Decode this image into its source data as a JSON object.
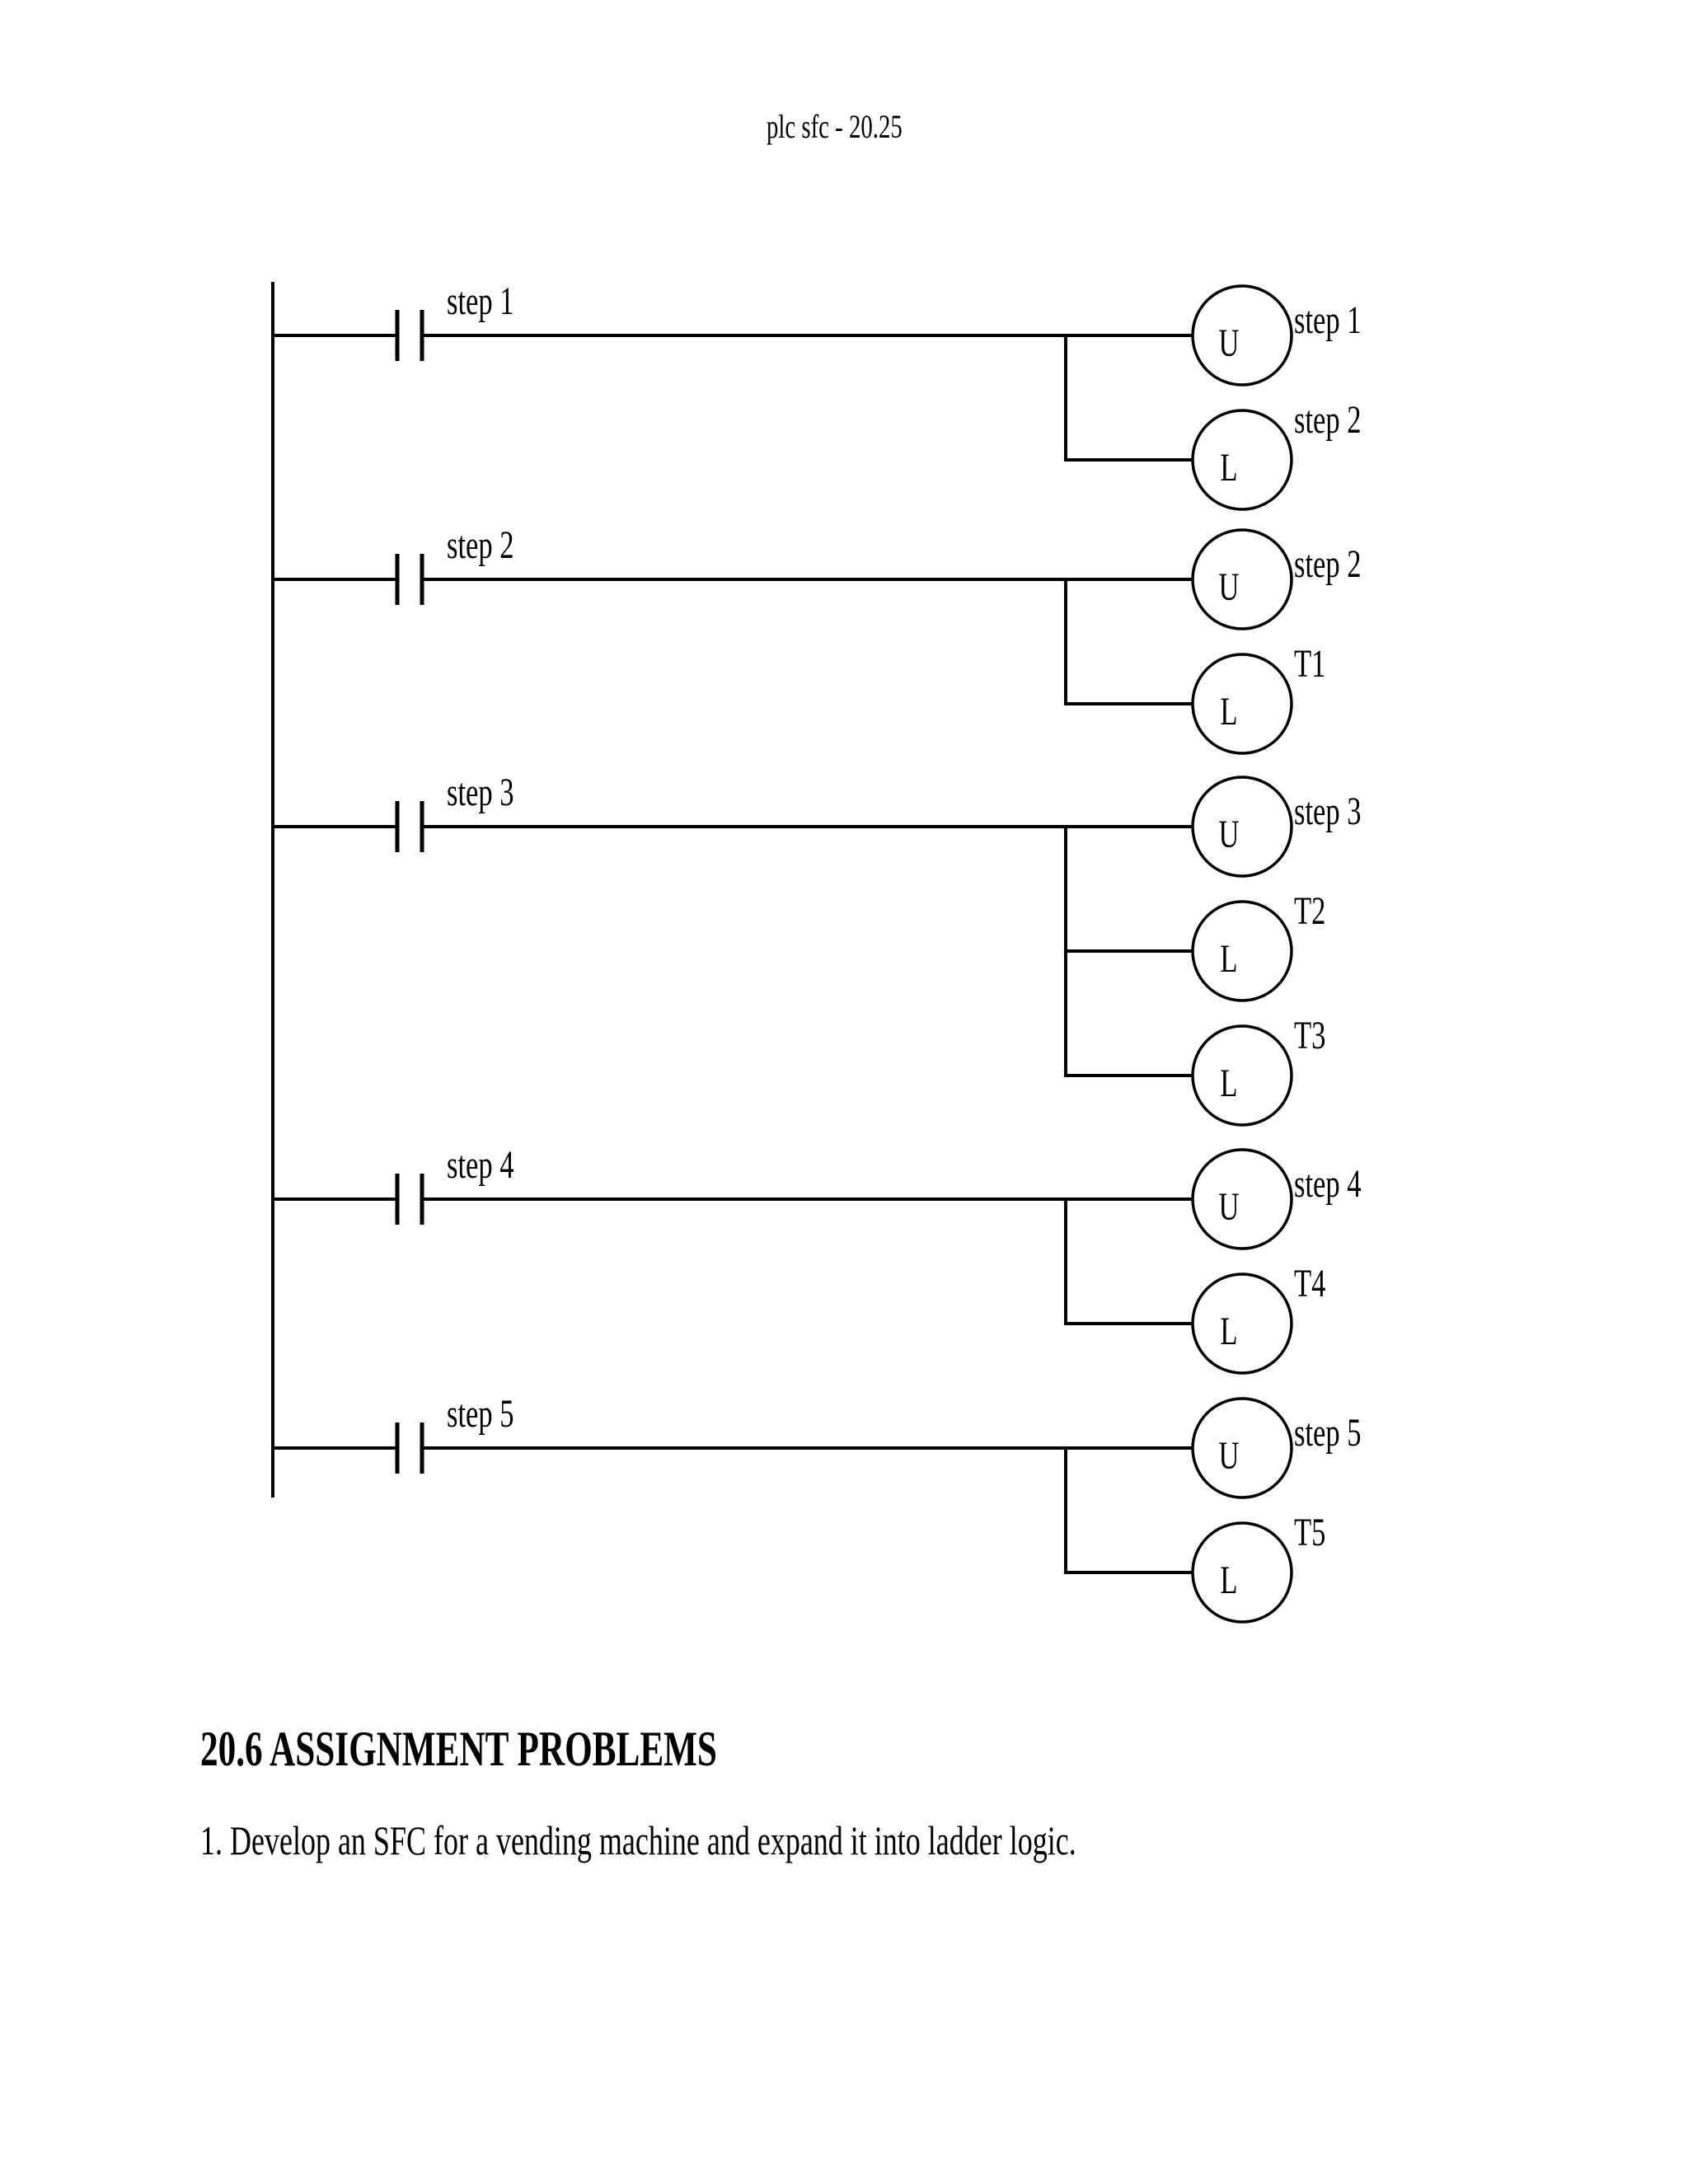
{
  "page": {
    "header": "plc sfc - 20.25",
    "ink_color": "#000000",
    "paper_color": "#ffffff"
  },
  "diagram": {
    "type": "ladder-logic",
    "rungs": [
      {
        "contact_label": "step 1",
        "coils": [
          {
            "letter": "U",
            "label": "step 1"
          },
          {
            "letter": "L",
            "label": "step 2"
          }
        ]
      },
      {
        "contact_label": "step 2",
        "coils": [
          {
            "letter": "U",
            "label": "step 2"
          },
          {
            "letter": "L",
            "label": "T1"
          }
        ]
      },
      {
        "contact_label": "step 3",
        "coils": [
          {
            "letter": "U",
            "label": "step 3"
          },
          {
            "letter": "L",
            "label": "T2"
          },
          {
            "letter": "L",
            "label": "T3"
          }
        ]
      },
      {
        "contact_label": "step 4",
        "coils": [
          {
            "letter": "U",
            "label": "step 4"
          },
          {
            "letter": "L",
            "label": "T4"
          }
        ]
      },
      {
        "contact_label": "step 5",
        "coils": [
          {
            "letter": "U",
            "label": "step 5"
          },
          {
            "letter": "L",
            "label": "T5"
          }
        ]
      }
    ]
  },
  "section": {
    "heading": "20.6 ASSIGNMENT PROBLEMS"
  },
  "problems": [
    {
      "text": "1. Develop an SFC for a vending machine and expand it into ladder logic."
    }
  ]
}
